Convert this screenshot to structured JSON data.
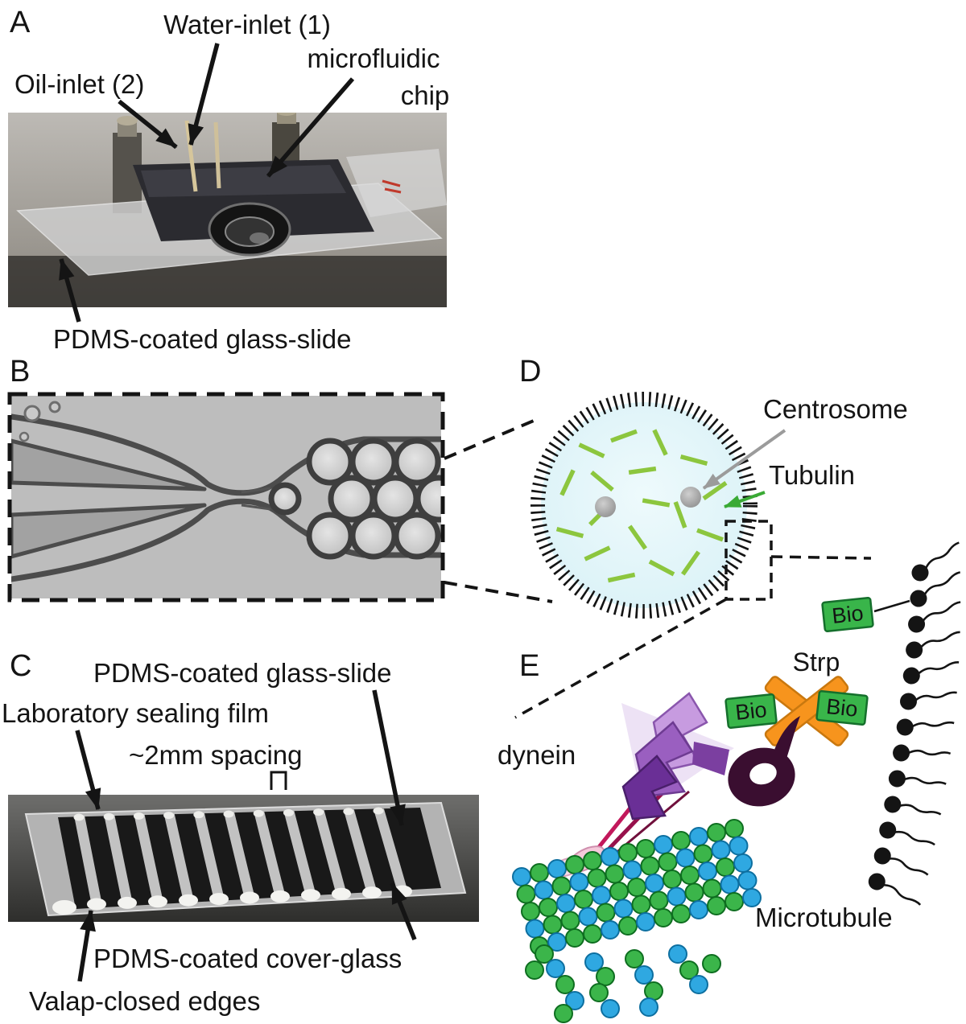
{
  "figure": {
    "panel_a": {
      "letter": "A",
      "water_inlet": "Water-inlet (1)",
      "oil_inlet": "Oil-inlet (2)",
      "chip_line1": "microfluidic",
      "chip_line2": "chip",
      "glass_slide": "PDMS-coated glass-slide"
    },
    "panel_b": {
      "letter": "B"
    },
    "panel_c": {
      "letter": "C",
      "glass_slide": "PDMS-coated glass-slide",
      "sealing_film": "Laboratory sealing film",
      "spacing": "~2mm spacing",
      "cover_glass": "PDMS-coated cover-glass",
      "valap": "Valap-closed edges"
    },
    "panel_d": {
      "letter": "D",
      "centrosome": "Centrosome",
      "tubulin": "Tubulin"
    },
    "panel_e": {
      "letter": "E",
      "strp": "Strp",
      "bio": "Bio",
      "dynein": "dynein",
      "microtubule": "Microtubule"
    }
  },
  "colors": {
    "tubulin_green": "#3aaa35",
    "centrosome_gray": "#9b9b9b",
    "bio_green": "#39b54a",
    "strp_orange": "#f7941d",
    "mt_green": "#3bb54a",
    "mt_blue": "#2fa8e1"
  }
}
